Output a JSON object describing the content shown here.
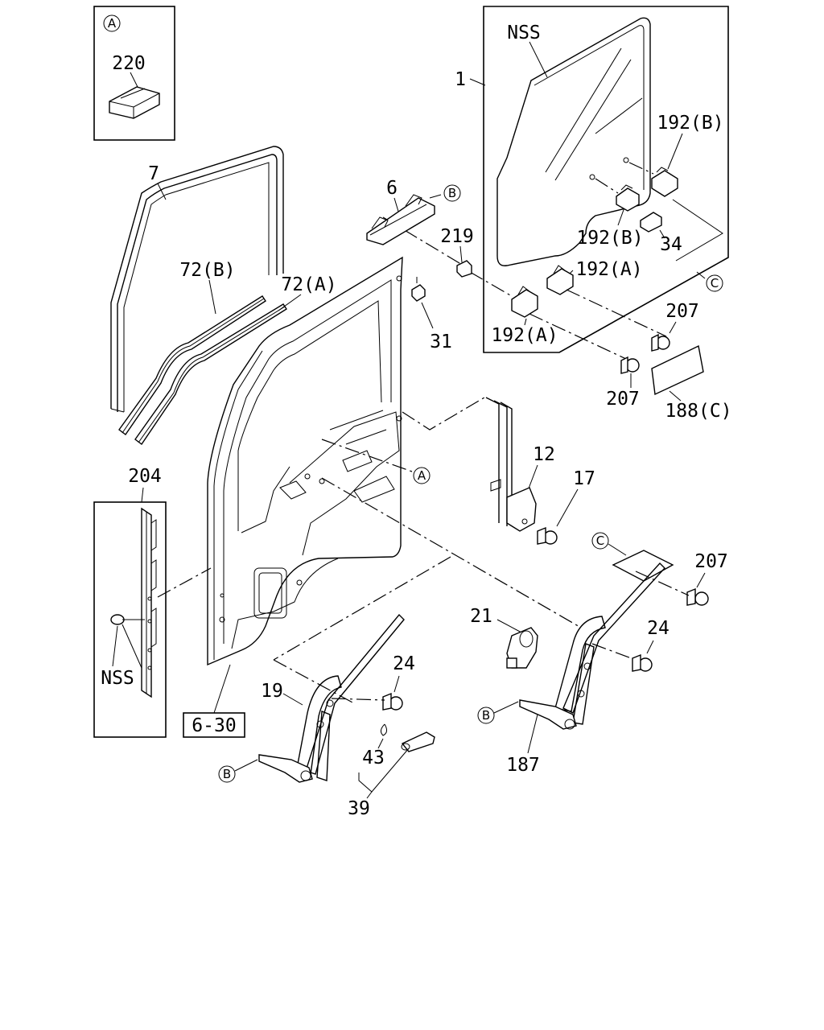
{
  "callouts": {
    "A": "A",
    "B": "B",
    "C": "C"
  },
  "inset_a": {
    "callout": "A",
    "part": "220"
  },
  "glass_box": {
    "side_note": "NSS",
    "parts": {
      "glass": "1",
      "fastener_b_top": "192(B)",
      "fastener_b_mid": "192(B)",
      "fastener_a_right": "192(A)",
      "fastener_a_left": "192(A)",
      "clip": "34",
      "callout_c": "C"
    }
  },
  "parts": {
    "weatherstrip": "7",
    "run_channel_b": "72(B)",
    "run_channel_a": "72(A)",
    "glass_holder": "6",
    "clip_219": "219",
    "plug": "31",
    "bolt_207_upper": "207",
    "bolt_207_lower": "207",
    "label_188c": "188(C)",
    "guide_rail": "12",
    "bolt_17": "17",
    "bolt_207_regulator": "207",
    "bolt_24_right": "24",
    "motor": "21",
    "regulator_right": "187",
    "bolt_24_left": "24",
    "regulator_left": "19",
    "spring_43": "43",
    "handle_39": "39",
    "seal_204": "204",
    "inset_nss": "NSS",
    "ref": "6-30"
  }
}
